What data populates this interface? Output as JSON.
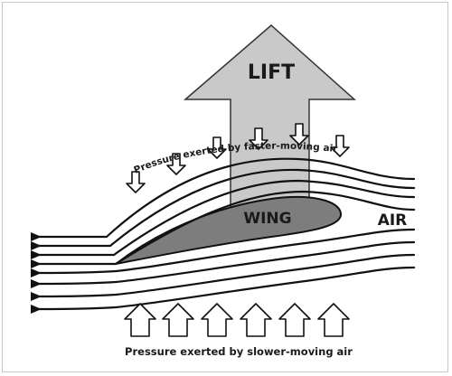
{
  "diagram": {
    "lift_label": "LIFT",
    "wing_label": "WING",
    "air_label": "AIR",
    "top_pressure_label": "Pressure exerted by faster-moving air",
    "bottom_pressure_label": "Pressure exerted by slower-moving air",
    "colors": {
      "lift_arrow_fill": "#c9c9c9",
      "wing_fill": "#7d7d7d",
      "lines": "#111111",
      "background": "#ffffff"
    }
  }
}
